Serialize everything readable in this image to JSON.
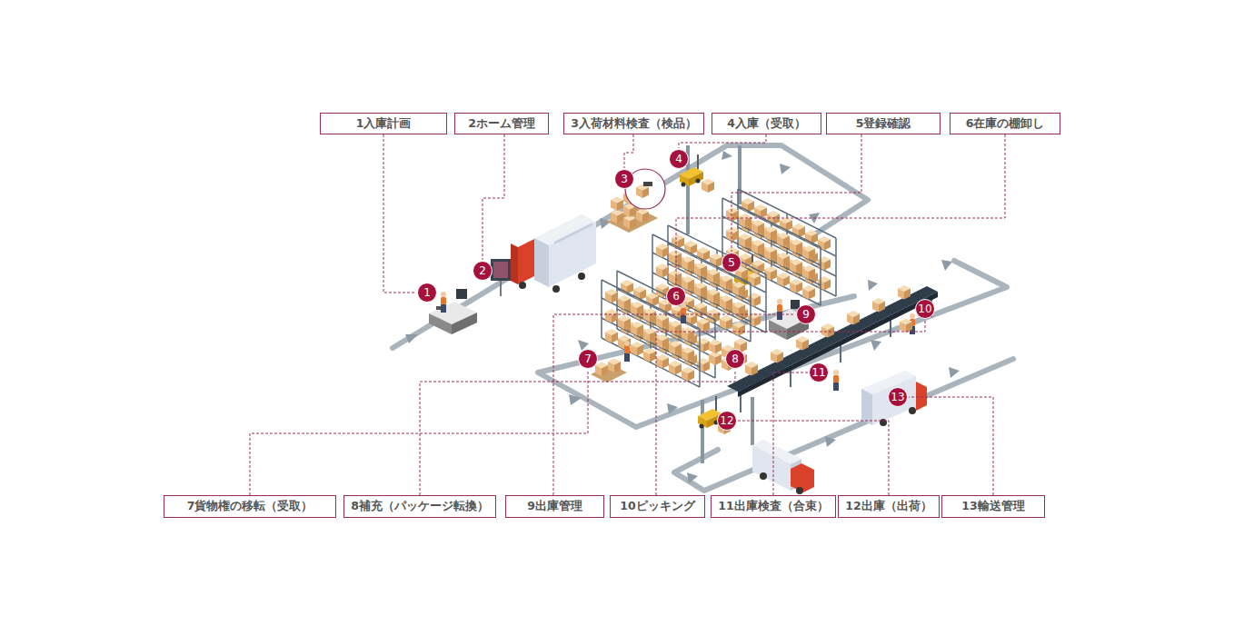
{
  "diagram": {
    "nodes": [
      {
        "text": [
          "1入庫計画"
        ]
      },
      {
        "text": [
          "2ホーム管理"
        ]
      },
      {
        "text": [
          "3入荷材料検査（検品）"
        ]
      },
      {
        "text": [
          "4入庫（受取）"
        ]
      },
      {
        "text": [
          "5登録確認"
        ]
      },
      {
        "text": [
          "6在庫の棚卸し"
        ]
      },
      {
        "text": [
          "7貨物権の移転（受取）"
        ]
      },
      {
        "text": [
          "8補充（パッケージ転換）"
        ]
      },
      {
        "text": [
          "9出庫管理"
        ]
      },
      {
        "text": [
          "10ピッキング"
        ]
      },
      {
        "text": [
          "11出庫検査（合束）"
        ]
      },
      {
        "text": [
          "12出庫（出荷）"
        ]
      },
      {
        "text": [
          "13輸送管理"
        ]
      },
      {
        "text": [
          "1"
        ]
      },
      {
        "text": [
          "2"
        ]
      },
      {
        "text": [
          "3"
        ]
      },
      {
        "text": [
          "4"
        ]
      },
      {
        "text": [
          "5"
        ]
      },
      {
        "text": [
          "6"
        ]
      },
      {
        "text": [
          "7"
        ]
      },
      {
        "text": [
          "8"
        ]
      },
      {
        "text": [
          "9"
        ]
      },
      {
        "text": [
          "10"
        ]
      },
      {
        "text": [
          "11"
        ]
      },
      {
        "text": [
          "12"
        ]
      },
      {
        "text": [
          "13"
        ]
      }
    ],
    "edges": [
      {
        "from": 0,
        "to": 13,
        "arrow": "none"
      },
      {
        "from": 1,
        "to": 14,
        "arrow": "none"
      },
      {
        "from": 2,
        "to": 15,
        "arrow": "none"
      },
      {
        "from": 3,
        "to": 16,
        "arrow": "none"
      },
      {
        "from": 4,
        "to": 17,
        "arrow": "none"
      },
      {
        "from": 5,
        "to": 18,
        "arrow": "none"
      },
      {
        "from": 6,
        "to": 19,
        "arrow": "none"
      },
      {
        "from": 7,
        "to": 20,
        "arrow": "none"
      },
      {
        "from": 8,
        "to": 21,
        "arrow": "none"
      },
      {
        "from": 9,
        "to": 22,
        "arrow": "none"
      },
      {
        "from": 10,
        "to": 23,
        "arrow": "none"
      },
      {
        "from": 11,
        "to": 24,
        "arrow": "none"
      },
      {
        "from": 12,
        "to": 25,
        "arrow": "none"
      }
    ]
  }
}
